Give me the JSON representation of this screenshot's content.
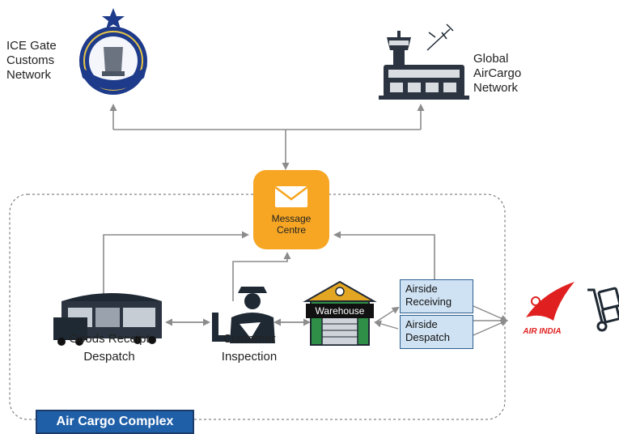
{
  "nodes": {
    "ice_gate": "ICE Gate\nCustoms\nNetwork",
    "global_aircargo": "Global\nAirCargo\nNetwork",
    "message_centre": "Message\nCentre",
    "goods_receipt": "Goods Receipt\nDespatch",
    "customer_inspection": "Customer\nInspection",
    "warehouse": "Warehouse",
    "airside_receiving": "Airside\nReceiving",
    "airside_despatch": "Airside\nDespatch",
    "air_cargo_complex": "Air Cargo Complex"
  },
  "logos": {
    "air_india": "AIR INDIA"
  },
  "colors": {
    "message_orange": "#f6a623",
    "airside_fill": "#cfe2f3",
    "complex_blue": "#1f5fa8",
    "connector_gray": "#8c8c8c",
    "air_india_red": "#e02020"
  }
}
